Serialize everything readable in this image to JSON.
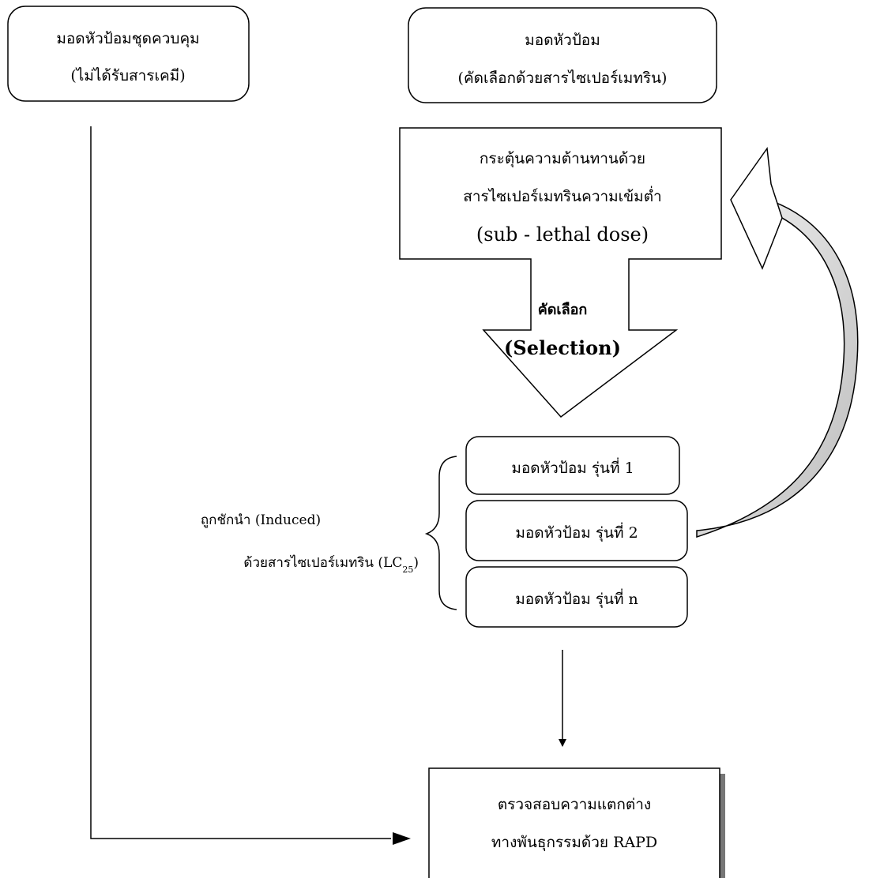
{
  "boxes": {
    "control": {
      "line1": "มอดหัวป้อมชุดควบคุม",
      "line2": "(ไม่ได้รับสารเคมี)"
    },
    "selected": {
      "line1": "มอดหัวป้อม",
      "line2": "(คัดเลือกด้วยสารไซเปอร์เมทริน)"
    },
    "induce": {
      "line1": "กระตุ้นความต้านทานด้วย",
      "line2": "สารไซเปอร์เมทรินความเข้มต่ำ",
      "line3": "(sub - lethal dose)"
    },
    "gen1": "มอดหัวป้อม รุ่นที่ 1",
    "gen2": "มอดหัวป้อม รุ่นที่ 2",
    "genN": "มอดหัวป้อม รุ่นที่ n",
    "rapd": {
      "line1": "ตรวจสอบความแตกต่าง",
      "line2": "ทางพันธุกรรมด้วย RAPD"
    }
  },
  "selection": {
    "thai": "คัดเลือก",
    "english": "(Selection)"
  },
  "induced": {
    "line1": "ถูกชักนำ (Induced)",
    "line2_prefix": "ด้วยสารไซเปอร์เมทริน (LC",
    "line2_sub": "25",
    "line2_suffix": ")"
  }
}
